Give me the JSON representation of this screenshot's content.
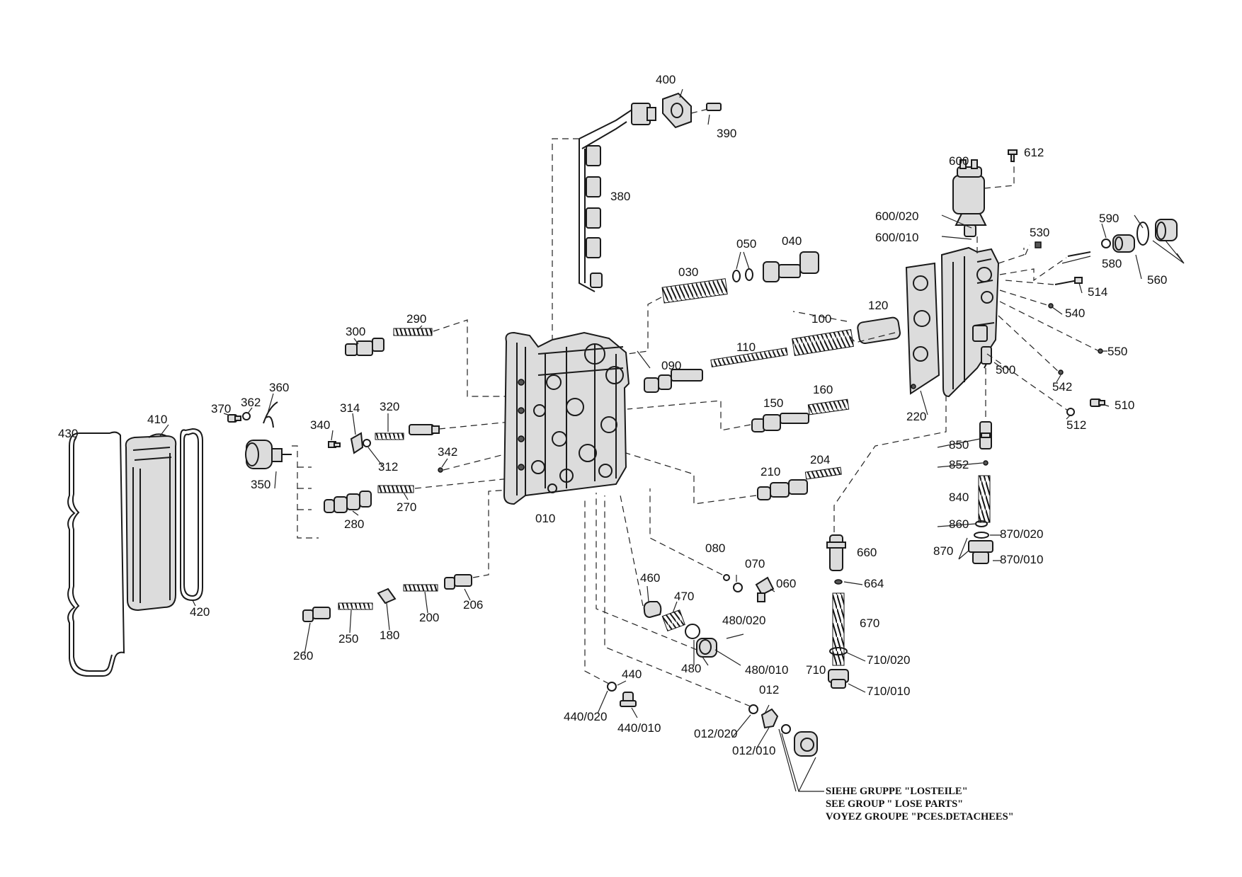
{
  "labels": {
    "p400": "400",
    "p390": "390",
    "p380": "380",
    "p600": "600",
    "p612": "612",
    "p600_020": "600/020",
    "p600_010": "600/010",
    "p590": "590",
    "p530": "530",
    "p580": "580",
    "p560": "560",
    "p514": "514",
    "p540": "540",
    "p550": "550",
    "p500": "500",
    "p542": "542",
    "p510": "510",
    "p512": "512",
    "p220": "220",
    "p120": "120",
    "p100": "100",
    "p110": "110",
    "p090": "090",
    "p050": "050",
    "p040": "040",
    "p030": "030",
    "p300": "300",
    "p290": "290",
    "p360": "360",
    "p362": "362",
    "p370": "370",
    "p410": "410",
    "p430": "430",
    "p420": "420",
    "p340": "340",
    "p314": "314",
    "p320": "320",
    "p312": "312",
    "p342": "342",
    "p350": "350",
    "p280": "280",
    "p270": "270",
    "p010": "010",
    "p150": "150",
    "p160": "160",
    "p210": "210",
    "p204": "204",
    "p850": "850",
    "p852": "852",
    "p840": "840",
    "p860": "860",
    "p870_020": "870/020",
    "p870": "870",
    "p870_010": "870/010",
    "p660": "660",
    "p664": "664",
    "p670": "670",
    "p710": "710",
    "p710_020": "710/020",
    "p710_010": "710/010",
    "p080": "080",
    "p070": "070",
    "p060": "060",
    "p460": "460",
    "p470": "470",
    "p480_020": "480/020",
    "p480": "480",
    "p480_010": "480/010",
    "p260": "260",
    "p250": "250",
    "p180": "180",
    "p200": "200",
    "p206": "206",
    "p440": "440",
    "p440_020": "440/020",
    "p440_010": "440/010",
    "p012": "012",
    "p012_020": "012/020",
    "p012_010": "012/010"
  },
  "notes": {
    "line1": "SIEHE GRUPPE \"LOSTEILE\"",
    "line2": "SEE GROUP \" LOSE PARTS\"",
    "line3": "VOYEZ  GROUPE  \"PCES.DETACHEES\""
  }
}
